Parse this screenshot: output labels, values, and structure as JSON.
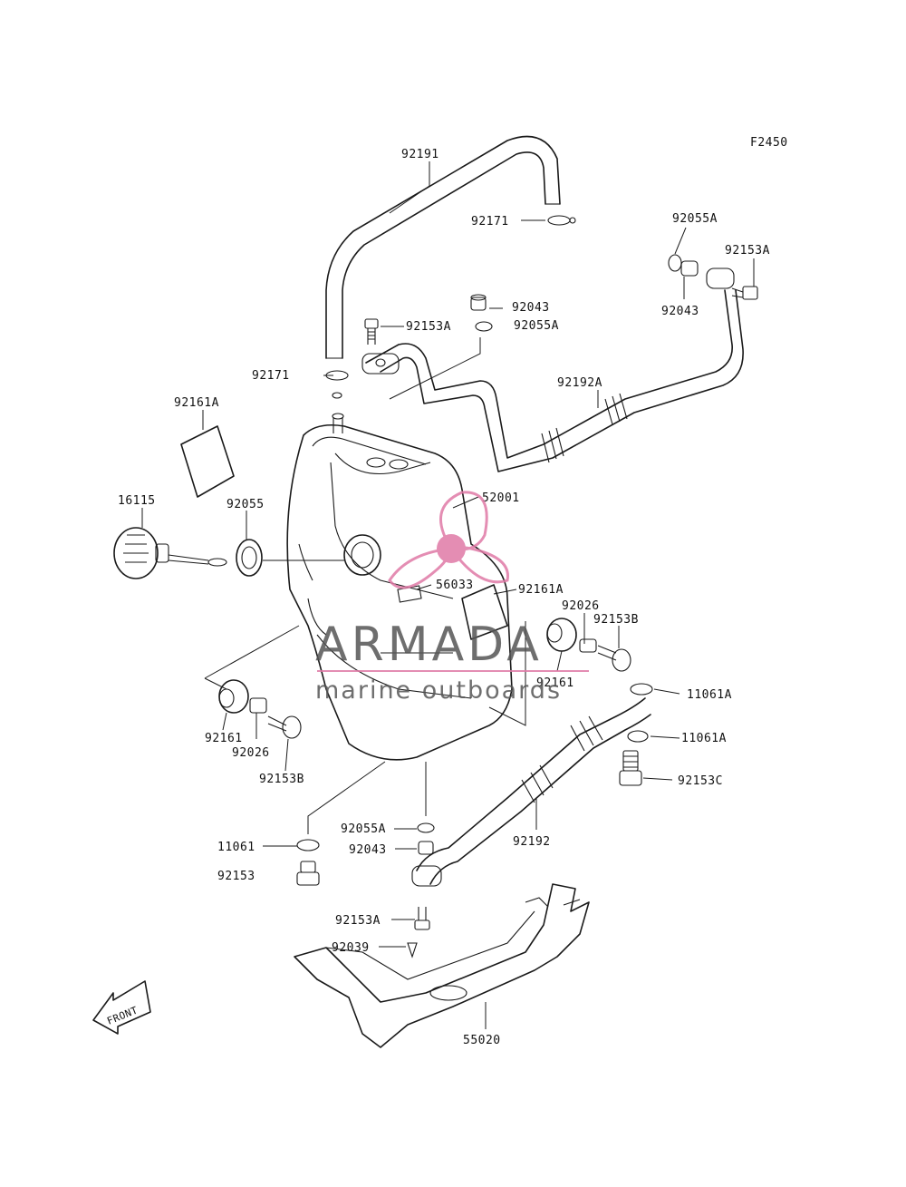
{
  "figure_code": "F2450",
  "colors": {
    "line": "#1a1a1a",
    "watermark_pink": "#e07aa6",
    "watermark_gray": "#555555"
  },
  "watermark": {
    "brand": "ARMADA",
    "tagline": "marine outboards"
  },
  "front_label": "FRONT",
  "parts": [
    {
      "id": "p1",
      "label": "92191"
    },
    {
      "id": "p2",
      "label": "92171"
    },
    {
      "id": "p3",
      "label": "92055A"
    },
    {
      "id": "p4",
      "label": "92153A"
    },
    {
      "id": "p5",
      "label": "92043"
    },
    {
      "id": "p6",
      "label": "92043"
    },
    {
      "id": "p7",
      "label": "92153A"
    },
    {
      "id": "p8",
      "label": "92055A"
    },
    {
      "id": "p9",
      "label": "92171"
    },
    {
      "id": "p10",
      "label": "92192A"
    },
    {
      "id": "p11",
      "label": "92161A"
    },
    {
      "id": "p12",
      "label": "16115"
    },
    {
      "id": "p13",
      "label": "92055"
    },
    {
      "id": "p14",
      "label": "52001"
    },
    {
      "id": "p15",
      "label": "56033"
    },
    {
      "id": "p16",
      "label": "92161A"
    },
    {
      "id": "p17",
      "label": "92026"
    },
    {
      "id": "p18",
      "label": "92153B"
    },
    {
      "id": "p19",
      "label": "92161"
    },
    {
      "id": "p20",
      "label": "11061A"
    },
    {
      "id": "p21",
      "label": "11061A"
    },
    {
      "id": "p22",
      "label": "92161"
    },
    {
      "id": "p23",
      "label": "92026"
    },
    {
      "id": "p24",
      "label": "92153B"
    },
    {
      "id": "p25",
      "label": "92153C"
    },
    {
      "id": "p26",
      "label": "92055A"
    },
    {
      "id": "p27",
      "label": "92043"
    },
    {
      "id": "p28",
      "label": "92192"
    },
    {
      "id": "p29",
      "label": "11061"
    },
    {
      "id": "p30",
      "label": "92153"
    },
    {
      "id": "p31",
      "label": "92153A"
    },
    {
      "id": "p32",
      "label": "92039"
    },
    {
      "id": "p33",
      "label": "55020"
    }
  ]
}
